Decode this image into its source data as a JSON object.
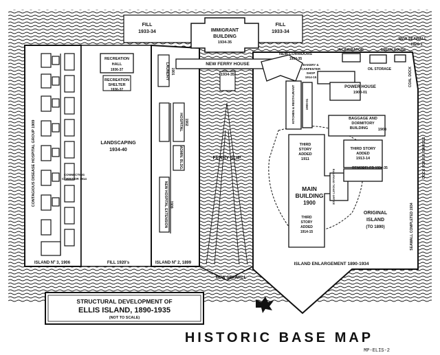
{
  "title": "HISTORIC BASE MAP",
  "sheet_code": "MP-ELIS-2",
  "cartouche": {
    "line1": "STRUCTURAL DEVELOPMENT OF",
    "line2": "ELLIS ISLAND, 1890-1935",
    "line3": "(NOT TO SCALE)"
  },
  "labels": {
    "fill_left": "FILL",
    "fill_left_years": "1933-34",
    "fill_right": "FILL",
    "fill_right_years": "1933-34",
    "immigrant_building": "IMMIGRANT",
    "immigrant_building2": "BUILDING",
    "immigrant_building_years": "1934-35",
    "new_ferry_house": "NEW FERRY HOUSE",
    "new_ferry_house_years": "1934-35",
    "recreation_hall": "RECREATION",
    "recreation_hall2": "HALL",
    "recreation_hall_years": "1936-37",
    "recreation_shelter": "RECREATION",
    "recreation_shelter2": "SHELTER",
    "recreation_shelter_years": "1936-37",
    "laundry": "LAUNDRY",
    "laundry_years": "1901",
    "hospital": "HOSPITAL",
    "hospital_years": "1902",
    "landscaping": "LANDSCAPING",
    "landscaping_years": "1934-40",
    "contagious_hospital": "CONTAGIOUS DISEASE HOSPITAL GROUP 1909",
    "connecting_corridor": "CONNECTING",
    "connecting_corridor2": "CORRIDOR 1914",
    "hospital_extension": "NEW HOSPITAL EXTENSION",
    "hospital_extension_years": "1909",
    "admin_bldg": "ADMIN. BLDG.",
    "ferry_slip": "FERRY SLIP",
    "new_corridors": "NEW CORRIDORS",
    "new_corridors_years": "1934-35",
    "incinerator": "INCINERATOR",
    "green_house": "GREEN HOUSE",
    "new_seawall_top": "NEW SEAWALL",
    "new_seawall_top_years": "1920-1",
    "bakery": "BAKERY &",
    "bakery2": "CARPENTER",
    "bakery3": "SHOP",
    "bakery_years": "1914-15",
    "oil_storage": "OIL STORAGE",
    "coal_dock": "COAL DOCK",
    "power_house": "POWER HOUSE",
    "power_house_years": "1900-01",
    "kitchen": "KITCHEN & RESTAURANT",
    "kitchen_years": "1900-01",
    "baggage": "BAGGAGE AND",
    "baggage2": "DORMITORY",
    "baggage3": "BUILDING",
    "baggage_years": "1908",
    "third_story_1913": "THIRD STORY",
    "third_story_1913b": "ADDED",
    "third_story_1913_years": "1913-14",
    "remodeled": "REMODELED 1934-35",
    "third_story_1911": "THIRD",
    "third_story_1911b": "STORY",
    "third_story_1911c": "ADDED",
    "third_story_1911_years": "1911",
    "main_building": "MAIN",
    "main_building2": "BUILDING",
    "main_building_years": "1900",
    "third_story_1914": "THIRD",
    "third_story_1914b": "STORY",
    "third_story_1914c": "ADDED",
    "third_story_1914_years": "1914-15",
    "railroad_ticket": "RAILROAD TICKET OFFICE",
    "original_island": "ORIGINAL",
    "original_island2": "ISLAND",
    "original_island_years": "(TO 1890)",
    "seawall_completed": "SEAWALL COMPLETED 1934",
    "dock_barges": "DOCK FOR R.R. BARGES",
    "island_3": "ISLAND Nº 3, 1906",
    "fill_1920": "FILL 1920's",
    "island_2": "ISLAND Nº 2, 1899",
    "island_enlargement": "ISLAND ENLARGEMENT 1890-1934",
    "new_seawall_bottom": "NEW SEAWALL"
  },
  "colors": {
    "ink": "#111111",
    "paper": "#ffffff"
  },
  "icons": [
    "wavy-water-hatch",
    "north-arrow-eagle-icon"
  ]
}
